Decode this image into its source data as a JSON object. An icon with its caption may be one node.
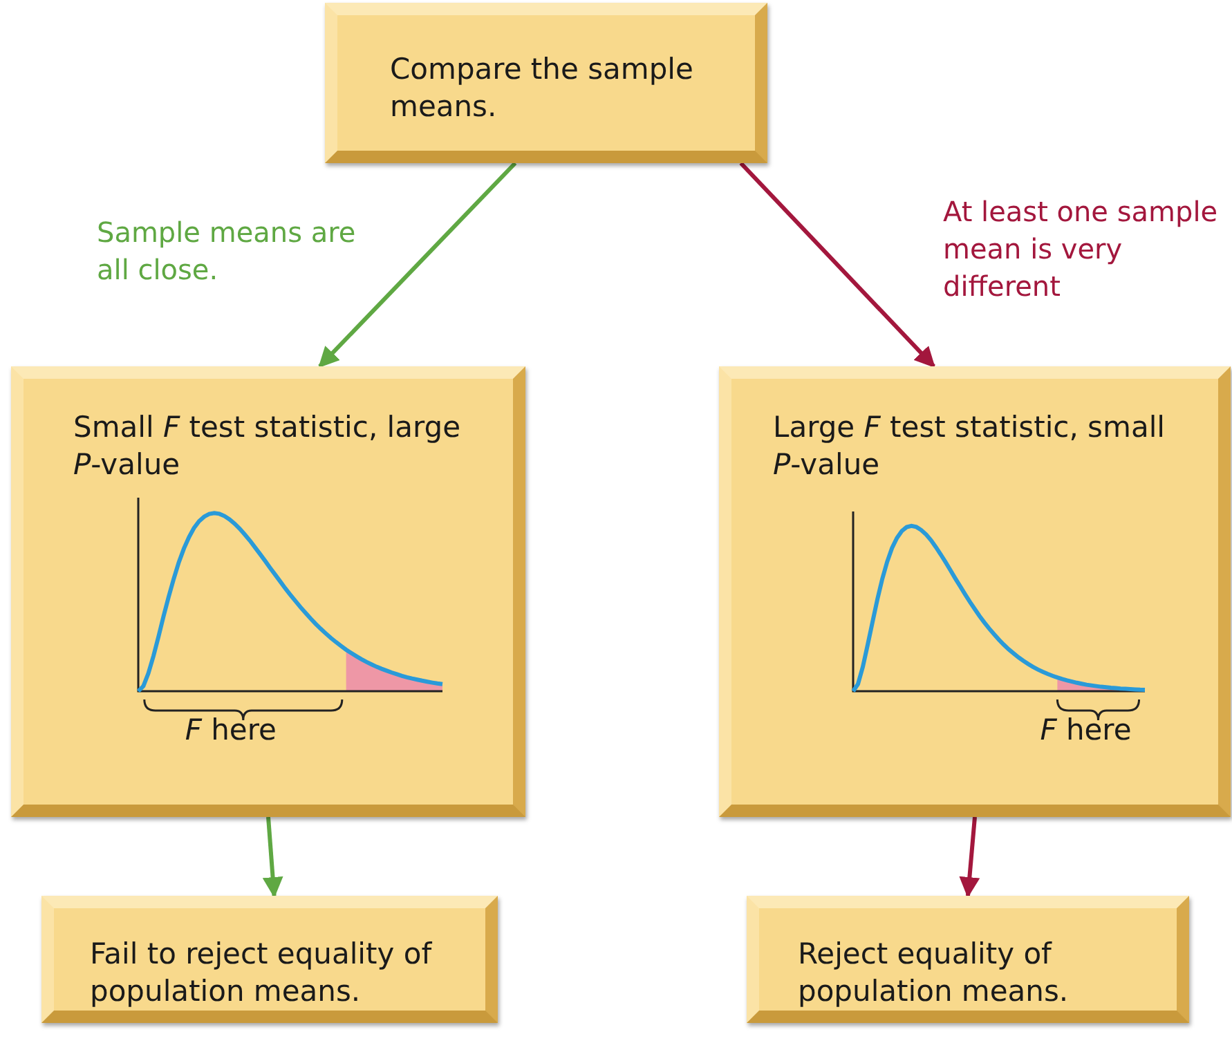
{
  "diagram": {
    "nodes": [
      {
        "text": [
          "Compare the sample means."
        ]
      },
      {
        "text": [
          "Small *F* test statistic, large *P*-value",
          "*F* here"
        ]
      },
      {
        "text": [
          "Large *F* test statistic, small *P*-value",
          "*F* here"
        ]
      },
      {
        "text": [
          "Fail to reject equality of population means."
        ]
      },
      {
        "text": [
          "Reject equality of population means."
        ]
      }
    ],
    "edges": [
      {
        "from": 0,
        "to": 1,
        "arrow": "to",
        "label": "Sample means are all close.",
        "color": "#5fa843"
      },
      {
        "from": 0,
        "to": 2,
        "arrow": "to",
        "label": "At least one sample mean is very different",
        "color": "#a3173d"
      },
      {
        "from": 1,
        "to": 3,
        "arrow": "to",
        "color": "#5fa843"
      },
      {
        "from": 2,
        "to": 4,
        "arrow": "to",
        "color": "#a3173d"
      }
    ]
  }
}
